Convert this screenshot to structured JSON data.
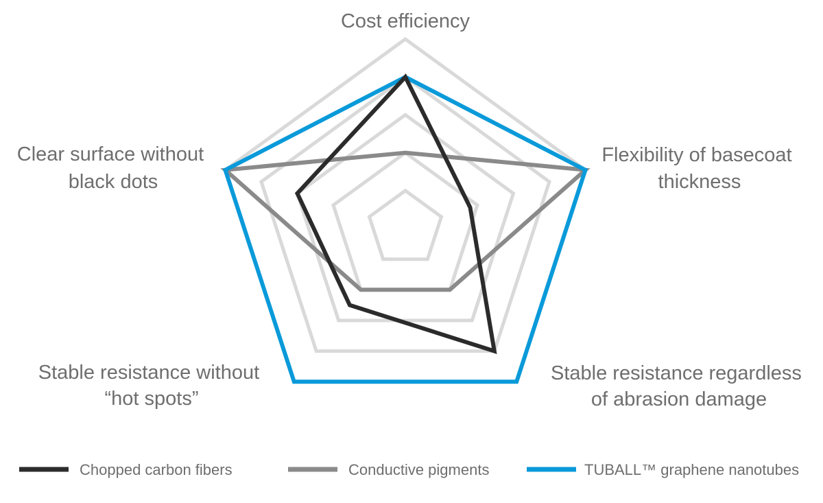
{
  "chart_data": {
    "type": "radar",
    "axes": [
      {
        "label_lines": [
          "Cost efficiency"
        ]
      },
      {
        "label_lines": [
          "Flexibility of basecoat",
          "thickness"
        ]
      },
      {
        "label_lines": [
          "Stable resistance regardless",
          "of abrasion damage"
        ]
      },
      {
        "label_lines": [
          "Stable resistance without",
          "“hot spots”"
        ]
      },
      {
        "label_lines": [
          "Clear surface without",
          "black dots"
        ]
      }
    ],
    "rlim": [
      0,
      5
    ],
    "grid_levels": [
      1,
      2,
      3,
      4,
      5
    ],
    "grid_color": "#d9d9d9",
    "series": [
      {
        "name": "Chopped carbon fibers",
        "color": "#2b2b2b",
        "values": [
          4.0,
          1.8,
          4.0,
          2.5,
          3.0
        ]
      },
      {
        "name": "Conductive pigments",
        "color": "#8a8a8a",
        "values": [
          2.0,
          5.0,
          2.0,
          2.0,
          5.0
        ]
      },
      {
        "name": "TUBALL™ graphene nanotubes",
        "color": "#0a9ad9",
        "values": [
          4.0,
          5.0,
          5.0,
          5.0,
          5.0
        ]
      }
    ],
    "legend": {
      "position": "bottom"
    }
  }
}
